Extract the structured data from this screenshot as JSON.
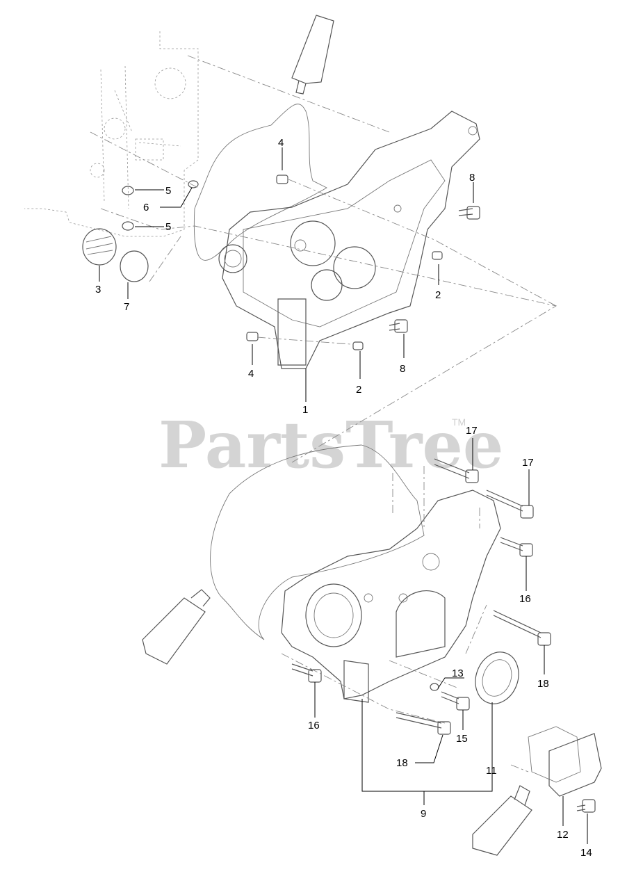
{
  "watermark": {
    "text": "PartsTree",
    "tm": "TM"
  },
  "callouts": [
    "1",
    "2",
    "2",
    "3",
    "4",
    "4",
    "5",
    "5",
    "6",
    "7",
    "8",
    "8",
    "9",
    "11",
    "12",
    "13",
    "14",
    "15",
    "16",
    "16",
    "17",
    "17",
    "18",
    "18"
  ]
}
